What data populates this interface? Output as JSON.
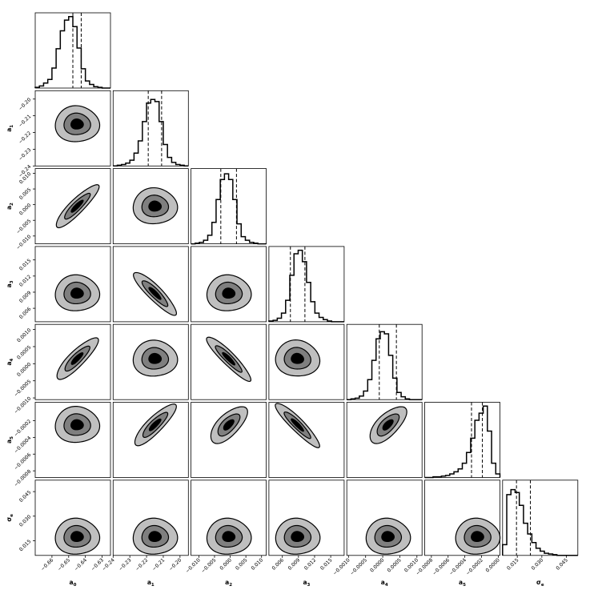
{
  "chart_data": {
    "type": "corner",
    "parameters": [
      {
        "label": "a₀",
        "sym": "a",
        "sub": "0",
        "range": [
          -0.67,
          -0.625
        ],
        "x_ticks": [
          -0.66,
          -0.65,
          -0.64,
          -0.63
        ],
        "x_tick_labels": [
          "−0.66",
          "−0.65",
          "−0.64",
          "−0.63"
        ],
        "y_ticks": [],
        "y_tick_labels": [],
        "quantiles": [
          -0.6475,
          -0.6425
        ],
        "center": -0.645,
        "hist": [
          0.01,
          0.03,
          0.07,
          0.12,
          0.28,
          0.55,
          0.8,
          0.95,
          1.0,
          0.86,
          0.56,
          0.27,
          0.1,
          0.05,
          0.02,
          0.01,
          0.0,
          0.0
        ]
      },
      {
        "label": "a₁",
        "sym": "a",
        "sub": "1",
        "range": [
          -0.24,
          -0.195
        ],
        "x_ticks": [
          -0.24,
          -0.23,
          -0.22,
          -0.21,
          -0.2
        ],
        "x_tick_labels": [
          "−0.24",
          "−0.23",
          "−0.22",
          "−0.21",
          "−0.20"
        ],
        "y_ticks": [
          -0.2,
          -0.21,
          -0.22,
          -0.23,
          -0.24
        ],
        "y_tick_labels": [
          "−0.20",
          "−0.21",
          "−0.22",
          "−0.23",
          "−0.24"
        ],
        "quantiles": [
          -0.219,
          -0.211
        ],
        "center": -0.215,
        "hist": [
          0.0,
          0.01,
          0.02,
          0.04,
          0.08,
          0.18,
          0.35,
          0.62,
          0.88,
          0.93,
          0.9,
          0.62,
          0.3,
          0.12,
          0.05,
          0.02,
          0.01,
          0.0
        ]
      },
      {
        "label": "a₂",
        "sym": "a",
        "sub": "2",
        "range": [
          -0.0125,
          0.0115
        ],
        "x_ticks": [
          -0.01,
          -0.005,
          0.0,
          0.005,
          0.01
        ],
        "x_tick_labels": [
          "−0.010",
          "−0.005",
          "0.000",
          "0.005",
          "0.010"
        ],
        "y_ticks": [
          0.01,
          0.005,
          0.0,
          -0.005,
          -0.01
        ],
        "y_tick_labels": [
          "0.010",
          "0.005",
          "0.000",
          "−0.005",
          "−0.010"
        ],
        "quantiles": [
          -0.003,
          0.002
        ],
        "center": -0.0005,
        "hist": [
          0.0,
          0.01,
          0.02,
          0.05,
          0.12,
          0.3,
          0.62,
          0.9,
          0.98,
          0.9,
          0.62,
          0.28,
          0.1,
          0.05,
          0.02,
          0.01,
          0.0,
          0.0
        ]
      },
      {
        "label": "a₃",
        "sym": "a",
        "sub": "3",
        "range": [
          0.0035,
          0.0175
        ],
        "x_ticks": [
          0.006,
          0.009,
          0.012,
          0.015
        ],
        "x_tick_labels": [
          "0.006",
          "0.009",
          "0.012",
          "0.015"
        ],
        "y_ticks": [
          0.015,
          0.012,
          0.009,
          0.006
        ],
        "y_tick_labels": [
          "0.015",
          "0.012",
          "0.009",
          "0.006"
        ],
        "quantiles": [
          0.0075,
          0.0102
        ],
        "center": 0.0088,
        "hist": [
          0.01,
          0.02,
          0.05,
          0.12,
          0.3,
          0.65,
          0.95,
          1.0,
          0.84,
          0.55,
          0.28,
          0.12,
          0.06,
          0.03,
          0.01,
          0.0,
          0.0,
          0.0
        ]
      },
      {
        "label": "a₄",
        "sym": "a",
        "sub": "4",
        "range": [
          -0.00105,
          0.00115
        ],
        "x_ticks": [
          -0.001,
          -0.0005,
          0.0,
          0.0005,
          0.001
        ],
        "x_tick_labels": [
          "−0.0010",
          "−0.0005",
          "0.0000",
          "0.0005",
          "0.0010"
        ],
        "y_ticks": [
          0.001,
          0.0005,
          0.0,
          -0.0005,
          -0.001
        ],
        "y_tick_labels": [
          "0.0010",
          "0.0005",
          "0.0000",
          "−0.0005",
          "−0.0010"
        ],
        "quantiles": [
          -0.0001,
          0.0004
        ],
        "center": 0.00015,
        "hist": [
          0.0,
          0.01,
          0.02,
          0.05,
          0.12,
          0.28,
          0.55,
          0.85,
          0.95,
          0.92,
          0.62,
          0.3,
          0.1,
          0.04,
          0.01,
          0.0,
          0.0,
          0.0
        ]
      },
      {
        "label": "a₅",
        "sym": "a",
        "sub": "5",
        "range": [
          -0.00088,
          2e-05
        ],
        "x_ticks": [
          -0.0008,
          -0.0006,
          -0.0004,
          -0.0002,
          0.0
        ],
        "x_tick_labels": [
          "−0.0008",
          "−0.0006",
          "−0.0004",
          "−0.0002",
          "0.0000"
        ],
        "y_ticks": [
          -0.0002,
          -0.0004,
          -0.0006,
          -0.0008
        ],
        "y_tick_labels": [
          "−0.0002",
          "−0.0004",
          "−0.0006",
          "−0.0008"
        ],
        "quantiles": [
          -0.00032,
          -0.00019
        ],
        "center": -0.00025,
        "hist": [
          0.0,
          0.0,
          0.01,
          0.01,
          0.02,
          0.03,
          0.05,
          0.08,
          0.12,
          0.2,
          0.35,
          0.55,
          0.8,
          0.9,
          1.0,
          0.65,
          0.2,
          0.05
        ]
      },
      {
        "label": "σₑ",
        "sym": "σ",
        "sub": "e",
        "range": [
          0.006,
          0.052
        ],
        "x_ticks": [
          0.015,
          0.03,
          0.045
        ],
        "x_tick_labels": [
          "0.015",
          "0.030",
          "0.045"
        ],
        "y_ticks": [
          0.045,
          0.03,
          0.015
        ],
        "y_tick_labels": [
          "0.045",
          "0.030",
          "0.015"
        ],
        "quantiles": [
          0.0145,
          0.023
        ],
        "center": 0.0175,
        "hist": [
          0.15,
          0.85,
          0.92,
          0.88,
          0.7,
          0.45,
          0.3,
          0.18,
          0.1,
          0.06,
          0.03,
          0.02,
          0.01,
          0.0,
          0.0,
          0.0,
          0.0,
          0.0
        ]
      }
    ],
    "correlations": {
      "1,0": 0.0,
      "2,0": 0.85,
      "2,1": 0.0,
      "3,0": 0.0,
      "3,1": -0.85,
      "3,2": 0.0,
      "4,0": 0.75,
      "4,1": 0.0,
      "4,2": -0.95,
      "4,3": 0.2,
      "5,0": 0.0,
      "5,1": 0.75,
      "5,2": 0.35,
      "5,3": -0.95,
      "5,4": 0.35,
      "6,0": 0.0,
      "6,1": 0.0,
      "6,2": 0.0,
      "6,3": 0.0,
      "6,4": 0.0,
      "6,5": 0.0
    },
    "contour_levels": [
      "light",
      "mid",
      "dark"
    ],
    "colors": {
      "light": "#bfbfbf",
      "mid": "#7f7f7f",
      "dark": "#000000",
      "line": "#000000"
    }
  }
}
